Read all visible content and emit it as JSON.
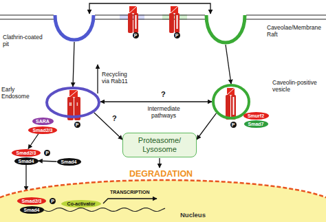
{
  "diagram": {
    "nodes": [
      {
        "text": [
          "Clathrin-coated pit"
        ]
      },
      {
        "text": [
          "Caveolae/Membrane Raft"
        ]
      },
      {
        "text": [
          "Early Endosome"
        ]
      },
      {
        "text": [
          "SARA"
        ]
      },
      {
        "text": [
          "Smad2/3"
        ]
      },
      {
        "text": [
          "Caveolin-positive vesicle"
        ]
      },
      {
        "text": [
          "Smurf2"
        ]
      },
      {
        "text": [
          "Smad7"
        ]
      },
      {
        "text": [
          "Proteasome/ Lysosome"
        ]
      },
      {
        "text": [
          "Smad2/3"
        ]
      },
      {
        "text": [
          "Smad4"
        ]
      },
      {
        "text": [
          "Smad4"
        ]
      },
      {
        "text": [
          "Nucleus"
        ]
      },
      {
        "text": [
          "Smad2/3"
        ],
        "in": 12
      },
      {
        "text": [
          "Smad4"
        ],
        "in": 12
      },
      {
        "text": [
          "Co-activator"
        ],
        "in": 12
      }
    ],
    "edges": [
      {
        "from": 0,
        "to": 1,
        "arrow": "both"
      },
      {
        "from": 0,
        "to": 2,
        "arrow": "to"
      },
      {
        "from": 1,
        "to": 5,
        "arrow": "to"
      },
      {
        "from": 2,
        "to": 5,
        "arrow": "both"
      },
      {
        "from": 2,
        "to": 8,
        "arrow": "to"
      },
      {
        "from": 5,
        "to": 8,
        "arrow": "to"
      },
      {
        "from": 4,
        "to": 9,
        "arrow": "to"
      },
      {
        "from": 11,
        "to": 10,
        "arrow": "to"
      },
      {
        "from": 10,
        "to": 12,
        "arrow": "to"
      }
    ],
    "labels": [
      "Recycling via Rab11",
      "?",
      "Intermediate pathways",
      "?",
      "DEGRADATION",
      "TRANSCRIPTION",
      "P",
      "P",
      "II",
      "I",
      "P",
      "P",
      "P",
      "P"
    ]
  }
}
